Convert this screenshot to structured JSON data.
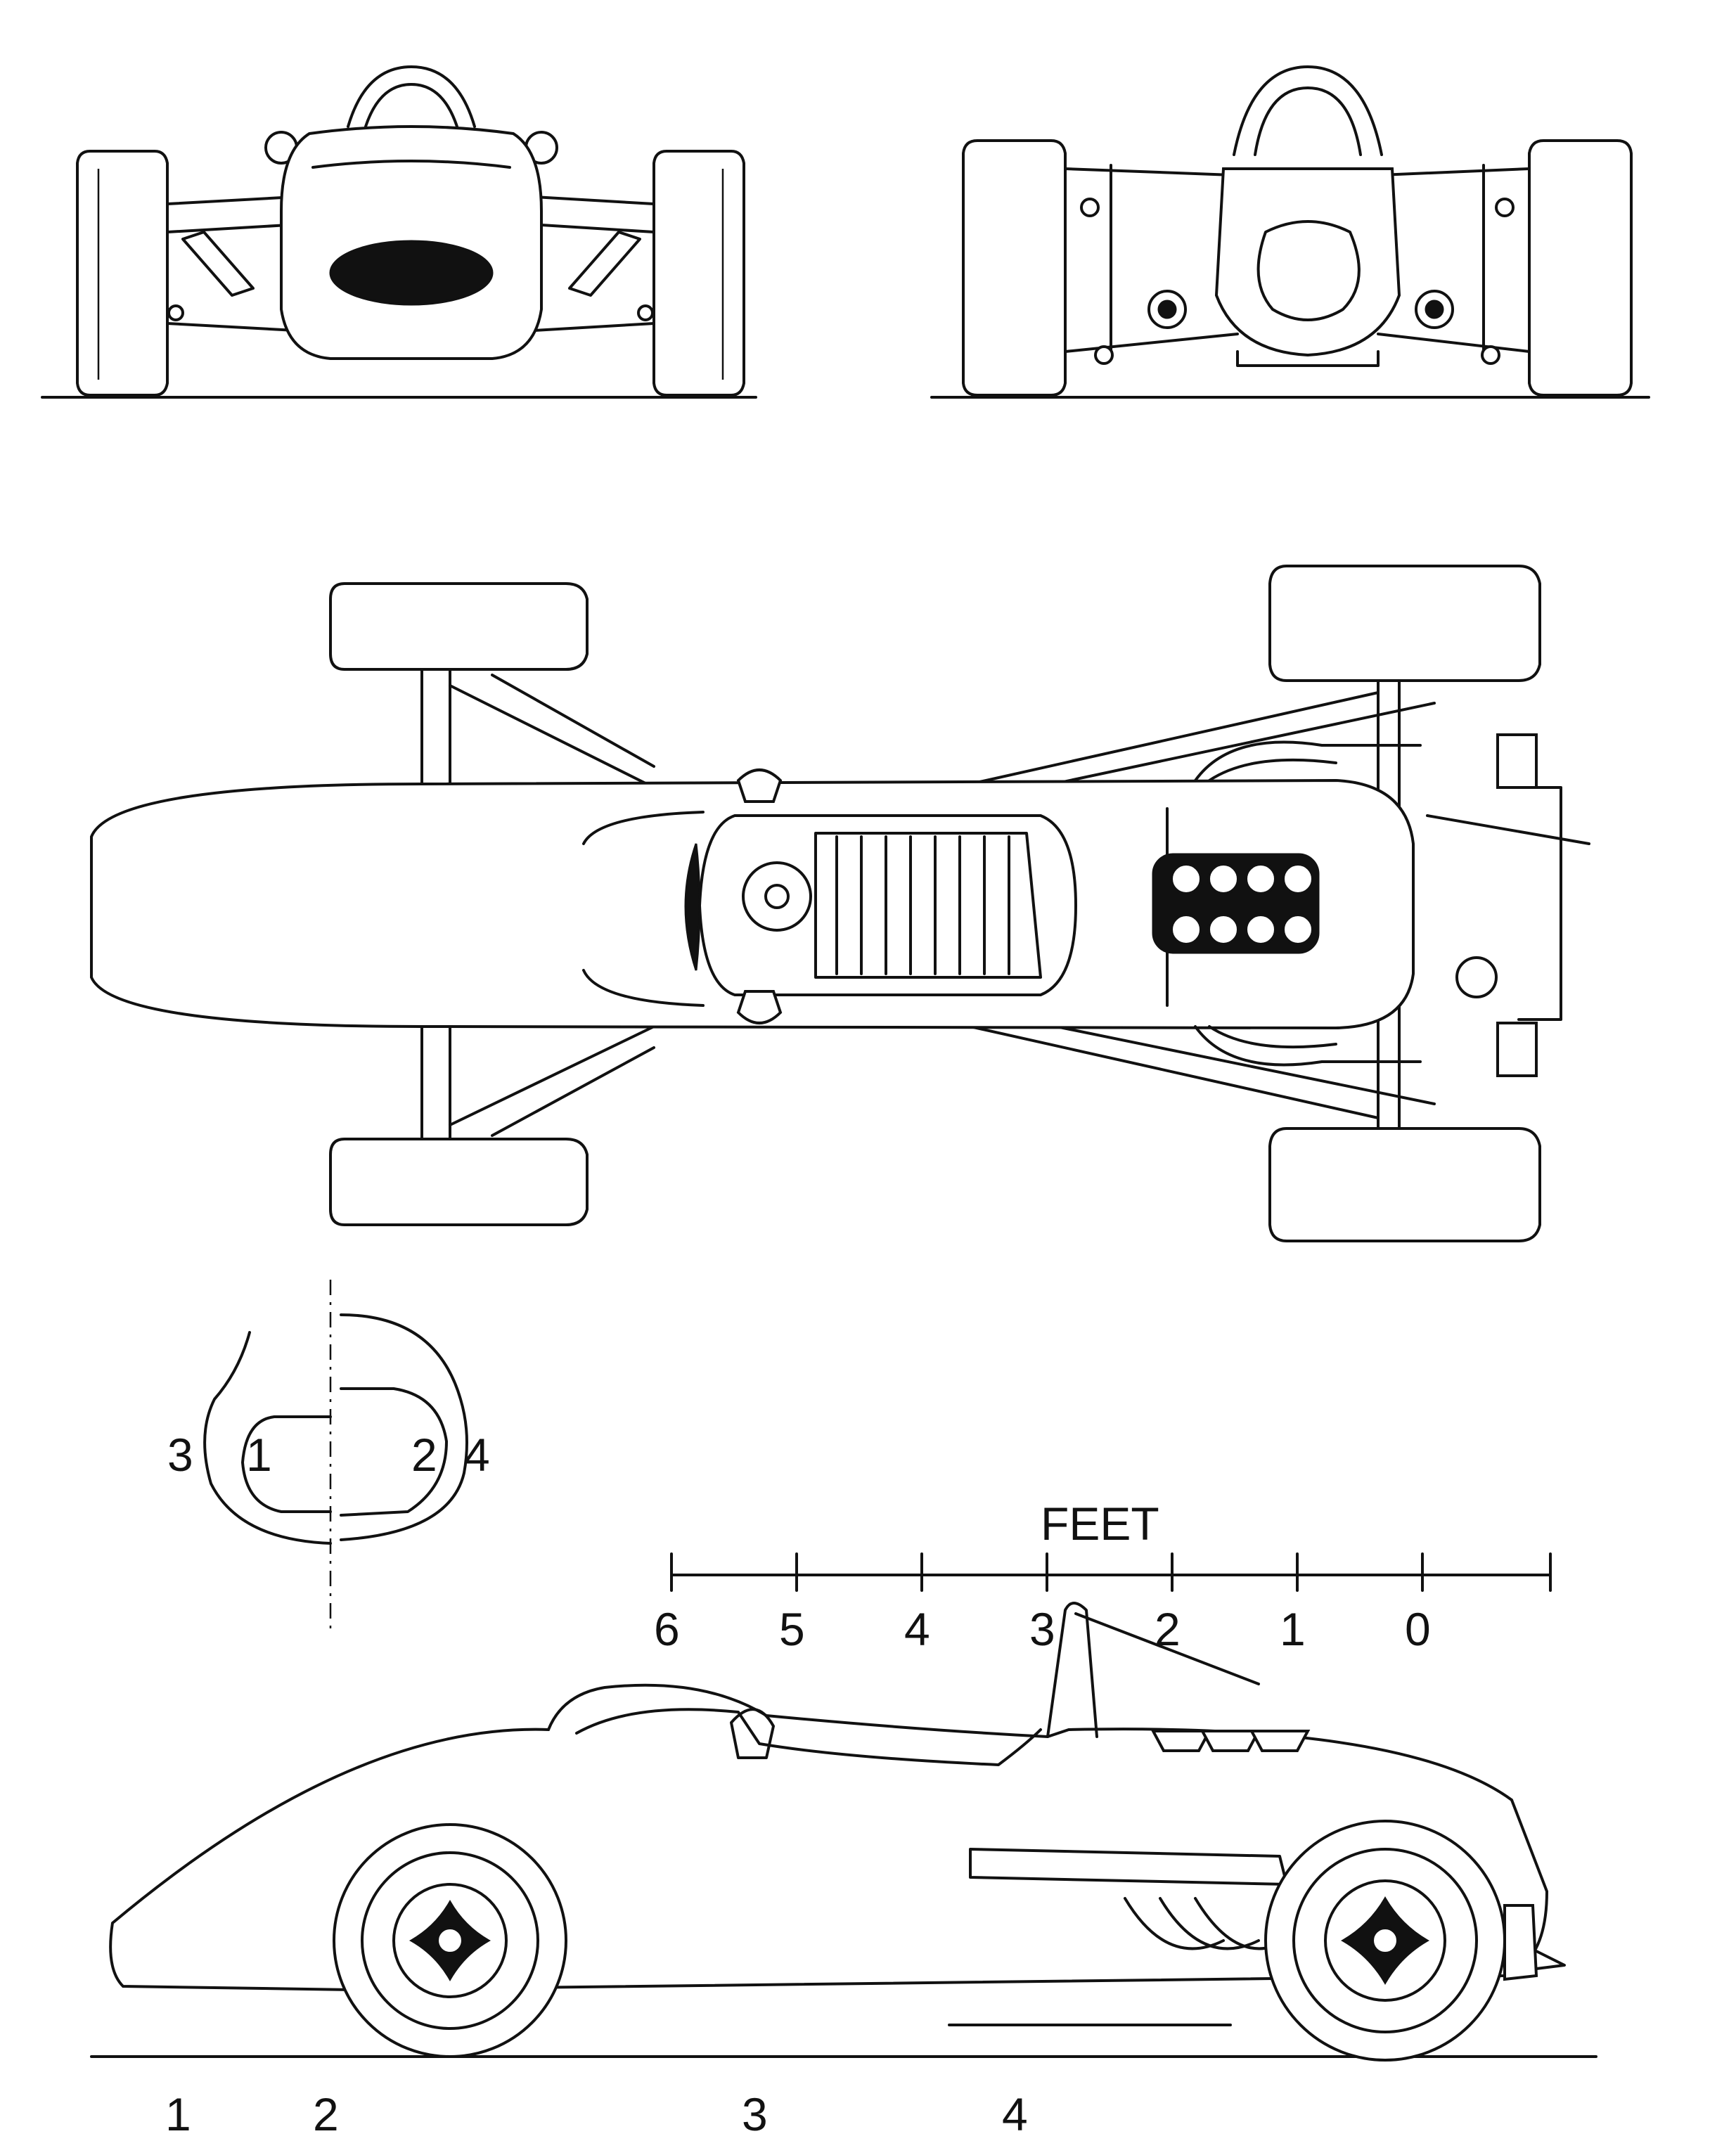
{
  "section_labels": {
    "s1": "1",
    "s2": "2",
    "s3": "3",
    "s4": "4"
  },
  "scale": {
    "unit": "FEET",
    "ticks": [
      "6",
      "5",
      "4",
      "3",
      "2",
      "1",
      "0"
    ]
  },
  "datum_labels": [
    "1",
    "2",
    "3",
    "4"
  ]
}
